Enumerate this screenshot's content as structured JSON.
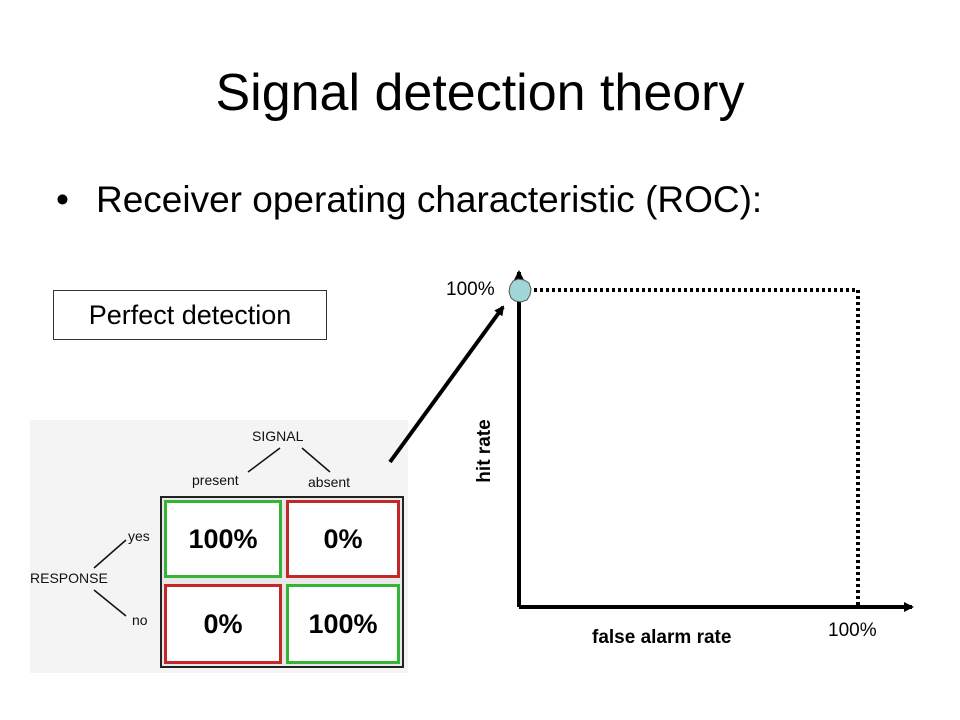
{
  "slide": {
    "title": "Signal detection theory",
    "bullet": "Receiver operating characteristic (ROC):",
    "callout": "Perfect detection"
  },
  "matrix": {
    "signal_label": "SIGNAL",
    "present_label": "present",
    "absent_label": "absent",
    "response_label": "RESPONSE",
    "yes_label": "yes",
    "no_label": "no",
    "cells": {
      "yes_present": "100%",
      "yes_absent": "0%",
      "no_present": "0%",
      "no_absent": "100%"
    },
    "colors": {
      "correct": "#35b535",
      "error": "#c22828"
    }
  },
  "roc": {
    "y_axis_label": "hit rate",
    "x_axis_label": "false alarm rate",
    "y_max_label": "100%",
    "x_max_label": "100%",
    "perfect_point": {
      "false_alarm_rate": 0,
      "hit_rate": 100
    },
    "point_color": "#9fd6d8"
  }
}
